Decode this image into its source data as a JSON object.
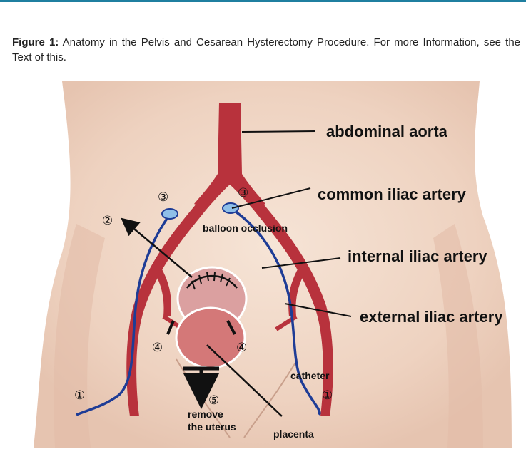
{
  "caption": {
    "label": "Figure 1:",
    "text": " Anatomy in the Pelvis and Cesarean Hysterectomy Procedure. For more Information, see the Text of this."
  },
  "figure": {
    "labels": {
      "abdominal_aorta": "abdominal aorta",
      "common_iliac_artery": "common iliac artery",
      "internal_iliac_artery": "internal iliac artery",
      "external_iliac_artery": "external iliac artery",
      "balloon_occlusion": "balloon occlusion",
      "catheter": "catheter",
      "remove_uterus_1": "remove",
      "remove_uterus_2": "the uterus",
      "placenta": "placenta"
    },
    "markers": {
      "one": "①",
      "two": "②",
      "three": "③",
      "four": "④",
      "five": "⑤"
    },
    "colors": {
      "skin": "#f0d8c8",
      "artery": "#b8323c",
      "catheter": "#1e3c96",
      "balloon": "#8fbfe8",
      "uterus": "#d98c8c",
      "accent": "#1f7fa0"
    }
  }
}
